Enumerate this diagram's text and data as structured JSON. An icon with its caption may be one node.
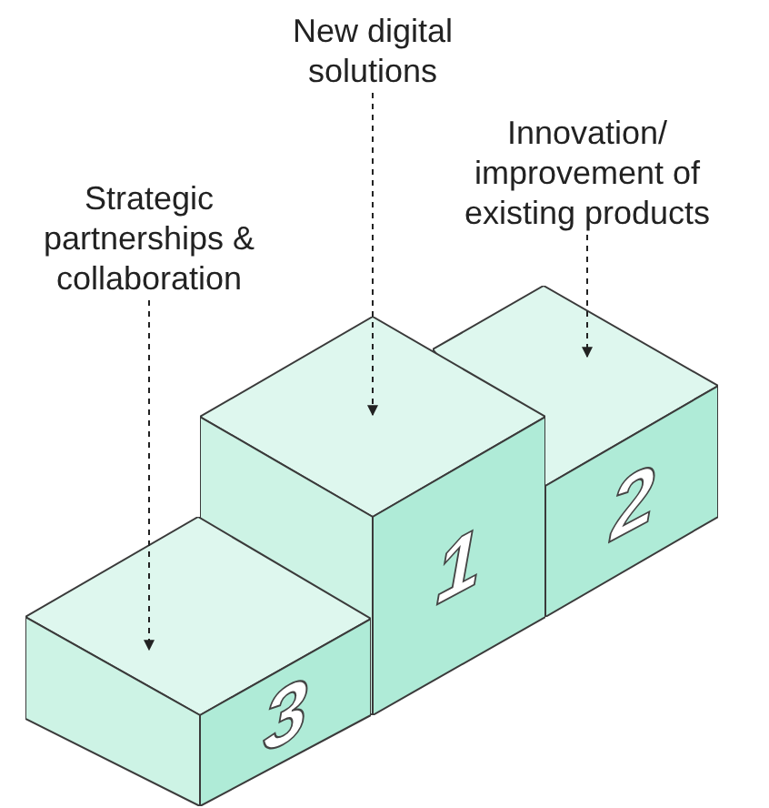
{
  "diagram": {
    "nodes": [
      {
        "text": [
          "New digital solutions"
        ]
      },
      {
        "text": [
          "Innovation/ improvement of existing products"
        ]
      },
      {
        "text": [
          "Strategic partnerships & collaboration"
        ]
      },
      {
        "text": [
          "1"
        ]
      },
      {
        "text": [
          "2"
        ]
      },
      {
        "text": [
          "3"
        ]
      }
    ],
    "edges": [
      {
        "from": 0,
        "to": 3,
        "arrow": "to",
        "style": "dashed"
      },
      {
        "from": 1,
        "to": 4,
        "arrow": "to",
        "style": "dashed"
      },
      {
        "from": 2,
        "to": 5,
        "arrow": "to",
        "style": "dashed"
      }
    ]
  }
}
